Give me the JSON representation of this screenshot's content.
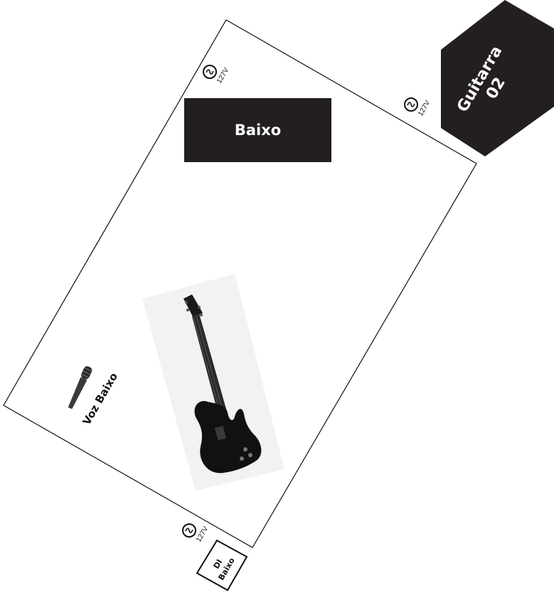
{
  "stage_plot": {
    "baixo_label": "Baixo",
    "guitarra_label_line1": "Guitarra",
    "guitarra_label_line2": "02",
    "voz_label": "Voz Baixo",
    "di_label_line1": "DI",
    "di_label_line2": "Baixo",
    "power_outlets": [
      {
        "voltage": "127V"
      },
      {
        "voltage": "127V"
      },
      {
        "voltage": "127V"
      }
    ]
  },
  "colors": {
    "block_fill": "#231f20",
    "block_text": "#ffffff",
    "outline": "#111111",
    "background": "#ffffff"
  },
  "icons": [
    "power-outlet-icon",
    "bass-guitar-icon",
    "microphone-icon"
  ]
}
